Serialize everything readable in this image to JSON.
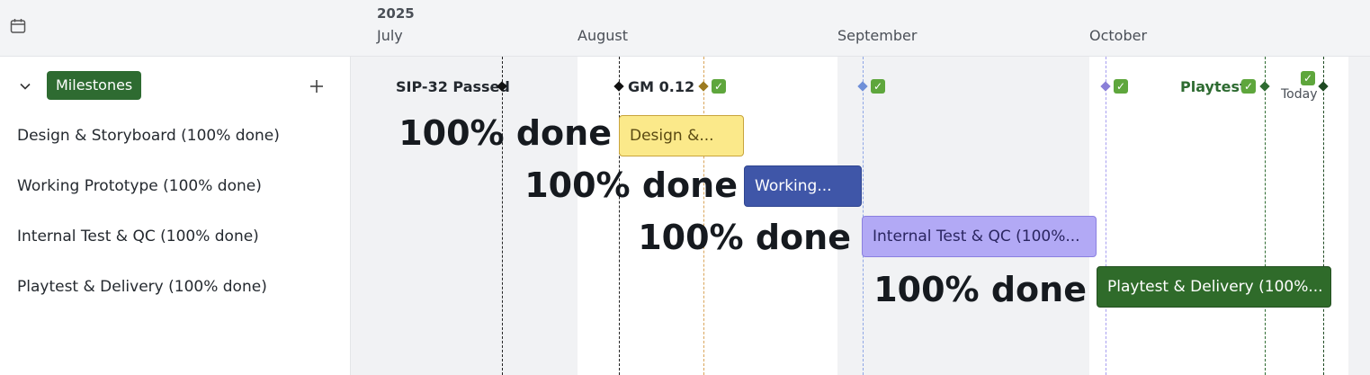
{
  "header": {
    "year": "2025",
    "months": [
      "July",
      "August",
      "September",
      "October"
    ]
  },
  "left_panel": {
    "group_label": "Milestones",
    "tasks": [
      "Design & Storyboard (100% done)",
      "Working Prototype (100% done)",
      "Internal Test & QC (100% done)",
      "Playtest & Delivery (100% done)"
    ]
  },
  "timeline": {
    "milestones": [
      {
        "label": "SIP-32 Passed",
        "color": "#111111"
      },
      {
        "label": "GM 0.12",
        "color": "#111111"
      },
      {
        "label": "",
        "color": "#9c7a1f",
        "check": "✓"
      },
      {
        "label": "",
        "color": "#6f8fd8",
        "check": "✓"
      },
      {
        "label": "",
        "color": "#8a7fd8",
        "check": "✓"
      },
      {
        "label": "Playtest",
        "color": "#2e6b31",
        "check": "✓"
      },
      {
        "label": "",
        "color": "#1e4a22",
        "check": "✓"
      }
    ],
    "today_label": "Today",
    "bars": [
      {
        "label": "Design &...",
        "progress": "100% done",
        "color": "#fbe98a",
        "border": "#c8a43c",
        "text_color": "#5a4a12"
      },
      {
        "label": "Working...",
        "progress": "100% done",
        "color": "#3f56a8",
        "border": "#2f4590",
        "text_color": "#ffffff"
      },
      {
        "label": "Internal Test & QC (100%...",
        "progress": "100% done",
        "color": "#b2a9f5",
        "border": "#8b80e0",
        "text_color": "#2a2560"
      },
      {
        "label": "Playtest & Delivery (100%...",
        "progress": "100% done",
        "color": "#2f6b2a",
        "border": "#234f20",
        "text_color": "#ffffff"
      }
    ]
  },
  "icons": [
    "calendar-icon",
    "chevron-down-icon",
    "plus-icon",
    "check-icon",
    "diamond-icon"
  ]
}
